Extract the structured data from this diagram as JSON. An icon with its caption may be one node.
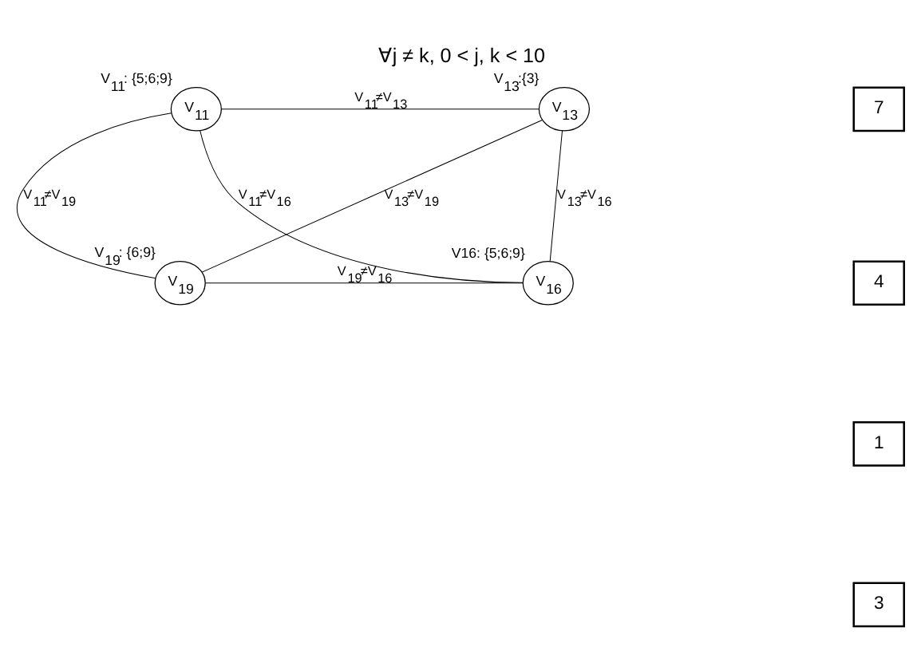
{
  "diagram": {
    "title": "∀j ≠ k, 0 < j, k < 10",
    "nodes": [
      {
        "text": [
          "V$_{11}$"
        ],
        "beside": [
          "V$_{11}$: {5;6;9}"
        ]
      },
      {
        "text": [
          "V$_{13}$"
        ],
        "beside": [
          "V$_{13}$:{3}"
        ]
      },
      {
        "text": [
          "V$_{19}$"
        ],
        "beside": [
          "V$_{19}$: {6;9}"
        ]
      },
      {
        "text": [
          "V$_{16}$"
        ],
        "beside": [
          "V16: {5;6;9}"
        ]
      }
    ],
    "edges": [
      {
        "from": 0,
        "to": 1,
        "arrow": "none",
        "label": "V$_{11}$≠V$_{13}$"
      },
      {
        "from": 0,
        "to": 2,
        "arrow": "none",
        "label": "V$_{11}$≠V$_{19}$"
      },
      {
        "from": 1,
        "to": 2,
        "arrow": "none",
        "label": "V$_{13}$≠V$_{19}$"
      },
      {
        "from": 1,
        "to": 3,
        "arrow": "none",
        "label": "V$_{13}$≠V$_{16}$"
      },
      {
        "from": 0,
        "to": 3,
        "arrow": "none",
        "label": "V$_{11}$≠V$_{16}$"
      },
      {
        "from": 2,
        "to": 3,
        "arrow": "none",
        "label": "V$_{19}$≠V$_{16}$"
      }
    ],
    "labels": [
      "7",
      "4",
      "1",
      "3"
    ]
  }
}
